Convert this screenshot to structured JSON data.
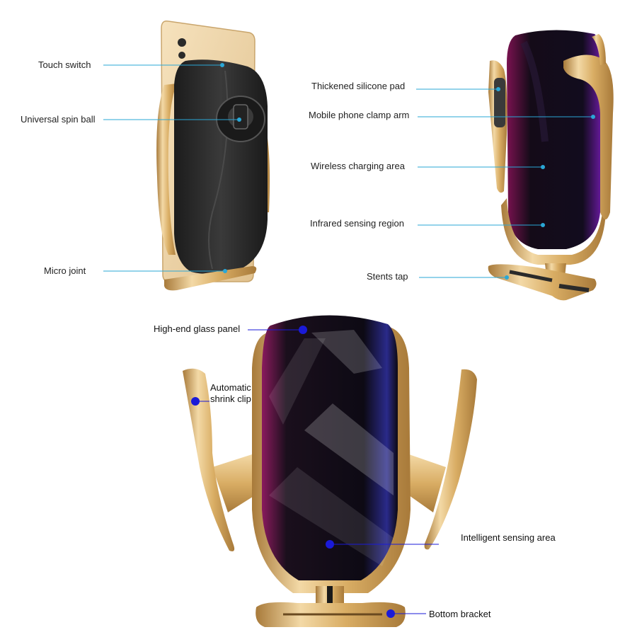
{
  "colors": {
    "gold_light": "#f3d9a6",
    "gold_mid": "#d9ad64",
    "gold_dark": "#a87a3a",
    "leather": "#2a2a2a",
    "glass_dark": "#0d0a14",
    "glass_magenta": "#8a1a5e",
    "glass_blue": "#2a2a8a",
    "leader_cyan": "#2aa7d6",
    "leader_blue": "#1a1ad8"
  },
  "callouts_top_left": {
    "touch_switch": "Touch switch",
    "universal_spin_ball": "Universal spin ball",
    "micro_joint": "Micro joint"
  },
  "callouts_top_right": {
    "thickened_silicone_pad": "Thickened silicone pad",
    "clamp_arm": "Mobile phone clamp arm",
    "wireless_charging_area": "Wireless charging area",
    "infrared_sensing_region": "Infrared sensing region",
    "stents_tap": "Stents tap"
  },
  "callouts_bottom": {
    "glass_panel": "High-end glass panel",
    "shrink_clip_line1": "Automatic",
    "shrink_clip_line2": "shrink clip",
    "intelligent_sensing": "Intelligent sensing area",
    "bottom_bracket": "Bottom bracket"
  }
}
